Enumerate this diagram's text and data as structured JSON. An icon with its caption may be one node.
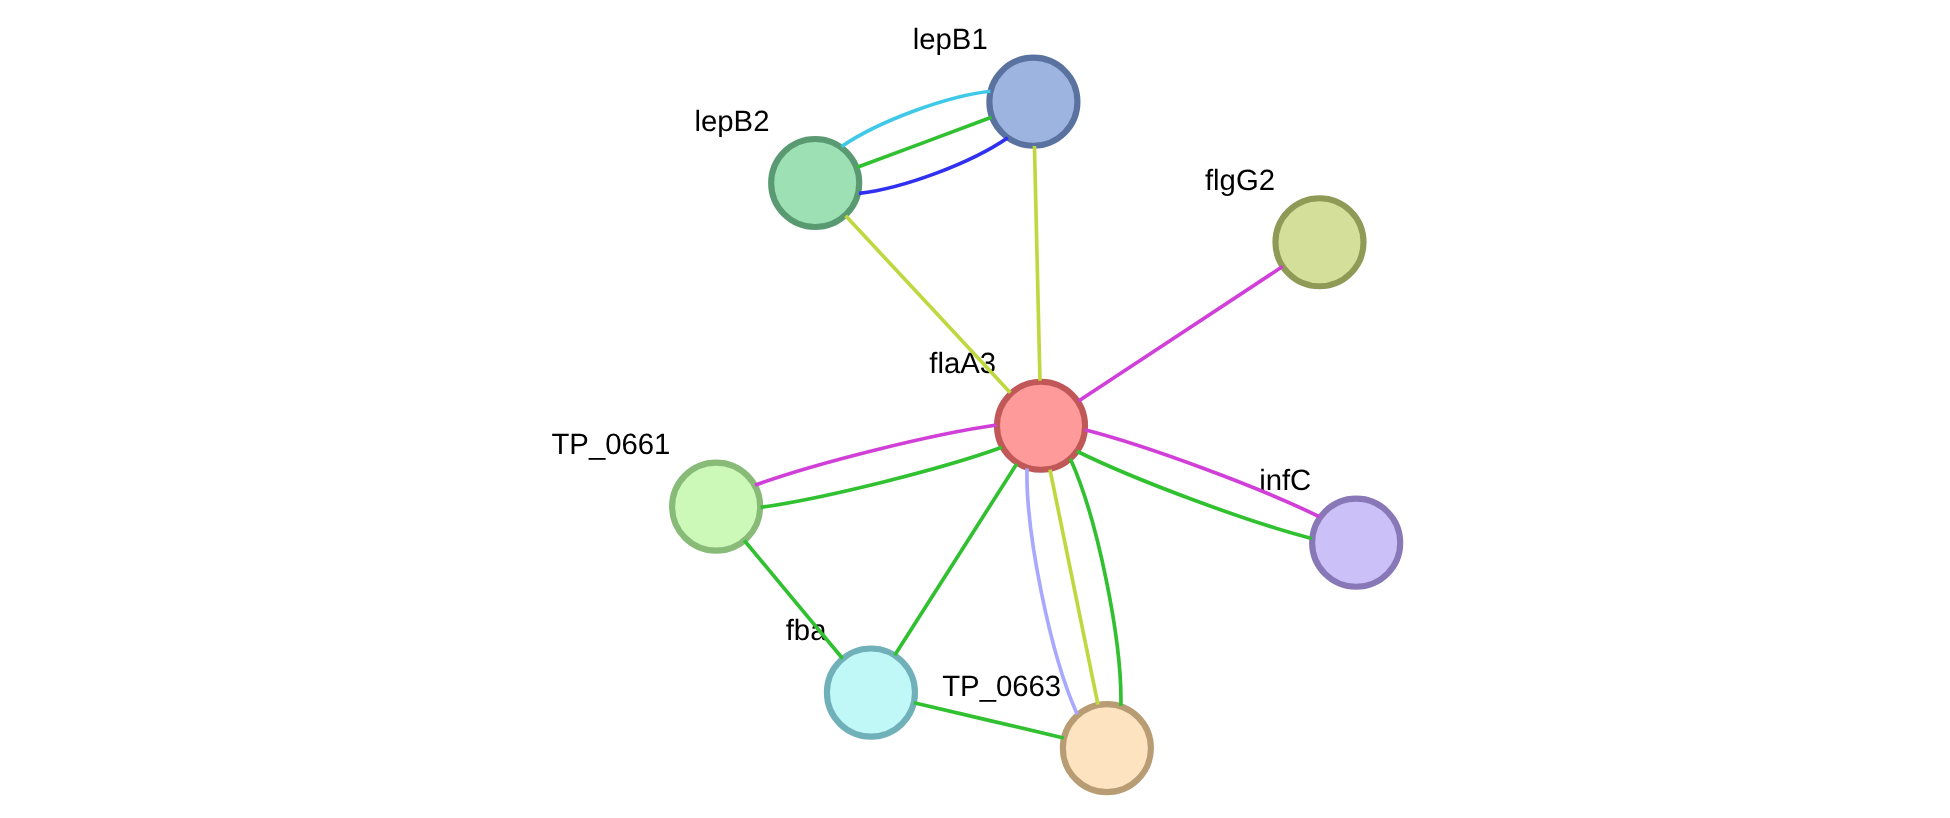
{
  "diagram": {
    "nodes": [
      {
        "text": [],
        "shape": "circle",
        "beside": [
          "lepB2"
        ]
      },
      {
        "text": [],
        "shape": "circle",
        "beside": [
          "lepB1"
        ]
      },
      {
        "text": [],
        "shape": "circle",
        "beside": [
          "TP_0663"
        ]
      },
      {
        "text": [],
        "shape": "circle",
        "beside": [
          "flaA3"
        ]
      },
      {
        "text": [],
        "shape": "circle",
        "beside": [
          "flgG2"
        ]
      },
      {
        "text": [],
        "shape": "circle",
        "beside": [
          "fba"
        ]
      },
      {
        "text": [],
        "shape": "circle",
        "beside": [
          "TP_0661"
        ]
      },
      {
        "text": [],
        "shape": "circle",
        "beside": [
          "infC"
        ]
      }
    ],
    "edges": [
      {
        "from": 0,
        "to": 1,
        "arrow": "none",
        "color": "#40c8e8"
      },
      {
        "from": 0,
        "to": 1,
        "arrow": "none",
        "color": "#3030f0"
      },
      {
        "from": 0,
        "to": 1,
        "arrow": "none"
      },
      {
        "from": 0,
        "to": 3,
        "arrow": "none",
        "color": "#c0d840"
      },
      {
        "from": 1,
        "to": 3,
        "arrow": "none",
        "color": "#c0d840"
      },
      {
        "from": 2,
        "to": 3,
        "arrow": "none",
        "color": "#a8a8ff"
      },
      {
        "from": 2,
        "to": 3,
        "arrow": "none"
      },
      {
        "from": 2,
        "to": 3,
        "arrow": "none",
        "color": "#c0d840"
      },
      {
        "from": 3,
        "to": 4,
        "arrow": "none",
        "color": "#d040d8"
      },
      {
        "from": 3,
        "to": 5,
        "arrow": "none"
      },
      {
        "from": 3,
        "to": 6,
        "arrow": "none"
      },
      {
        "from": 3,
        "to": 6,
        "arrow": "none",
        "color": "#d040d8"
      },
      {
        "from": 3,
        "to": 7,
        "arrow": "none",
        "color": "#d040d8"
      },
      {
        "from": 3,
        "to": 7,
        "arrow": "none"
      },
      {
        "from": 2,
        "to": 5,
        "arrow": "none"
      },
      {
        "from": 5,
        "to": 6,
        "arrow": "none"
      }
    ]
  }
}
